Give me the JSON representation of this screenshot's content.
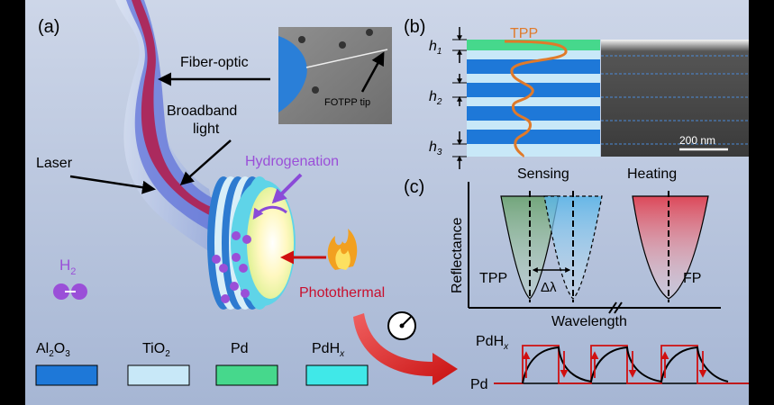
{
  "panels": {
    "a": {
      "label": "(a)",
      "fiber_optic": "Fiber-optic",
      "broadband_line1": "Broadband",
      "broadband_line2": "light",
      "laser": "Laser",
      "hydrogenation": "Hydrogenation",
      "h2_base": "H",
      "h2_sub": "2",
      "photothermal": "Photothermal",
      "inset_tip": "FOTPP tip"
    },
    "b": {
      "label": "(b)",
      "tpp": "TPP",
      "h1": "h",
      "h1_sub": "1",
      "h2": "h",
      "h2_sub": "2",
      "h3": "h",
      "h3_sub": "3",
      "scalebar": "200 nm"
    },
    "c": {
      "label": "(c)",
      "sensing": "Sensing",
      "heating": "Heating",
      "y_axis": "Reflectance",
      "x_axis": "Wavelength",
      "tpp": "TPP",
      "fp": "FP",
      "delta": "Δλ"
    },
    "response": {
      "high_base": "PdH",
      "high_sub": "x",
      "low": "Pd"
    }
  },
  "legend": [
    {
      "base": "Al",
      "sub1": "2",
      "mid": "O",
      "sub2": "3",
      "color": "#1e78d8"
    },
    {
      "base": "TiO",
      "sub1": "2",
      "mid": "",
      "sub2": "",
      "color": "#c8e8f8"
    },
    {
      "base": "Pd",
      "sub1": "",
      "mid": "",
      "sub2": "",
      "color": "#46d88c"
    },
    {
      "base": "PdH",
      "sub1": "",
      "mid": "",
      "sub2": "x",
      "color": "#40e8e8"
    }
  ],
  "colors": {
    "background_top": "#c9d3e6",
    "background_bottom": "#a9b9d6",
    "tpp_orange": "#e07a2a",
    "laser_red": "#c8102e",
    "hydrogenation_purple": "#9a4fd8",
    "photothermal_red": "#c8102e"
  }
}
